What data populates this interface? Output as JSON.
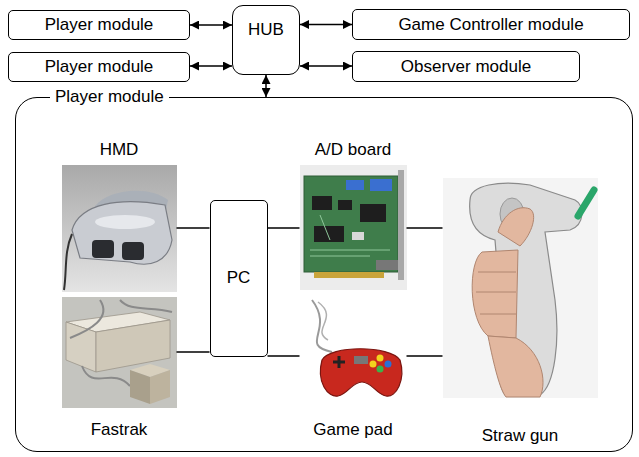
{
  "diagram": {
    "nodes": [
      {
        "text": [
          "Player module"
        ]
      },
      {
        "text": [
          "HUB"
        ]
      },
      {
        "text": [
          "Game Controller module"
        ]
      },
      {
        "text": [
          "Player module"
        ]
      },
      {
        "text": [
          "Observer module"
        ]
      },
      {
        "text": [
          "Player module"
        ]
      },
      {
        "text": [
          "HMD"
        ],
        "in": 5
      },
      {
        "text": [
          "PC"
        ],
        "in": 5
      },
      {
        "text": [
          "A/D board"
        ],
        "in": 5
      },
      {
        "text": [
          "Straw gun"
        ],
        "in": 5
      },
      {
        "text": [
          "Fastrak"
        ],
        "in": 5
      },
      {
        "text": [
          "Game pad"
        ],
        "in": 5
      }
    ],
    "edges": [
      {
        "from": 0,
        "to": 1,
        "arrow": "both"
      },
      {
        "from": 1,
        "to": 2,
        "arrow": "both"
      },
      {
        "from": 3,
        "to": 1,
        "arrow": "both"
      },
      {
        "from": 1,
        "to": 4,
        "arrow": "both"
      },
      {
        "from": 1,
        "to": 5,
        "arrow": "both"
      },
      {
        "from": 6,
        "to": 7,
        "arrow": "none"
      },
      {
        "from": 10,
        "to": 7,
        "arrow": "none"
      },
      {
        "from": 7,
        "to": 8,
        "arrow": "none"
      },
      {
        "from": 7,
        "to": 11,
        "arrow": "none"
      },
      {
        "from": 8,
        "to": 9,
        "arrow": "none"
      },
      {
        "from": 11,
        "to": 9,
        "arrow": "none"
      }
    ]
  }
}
